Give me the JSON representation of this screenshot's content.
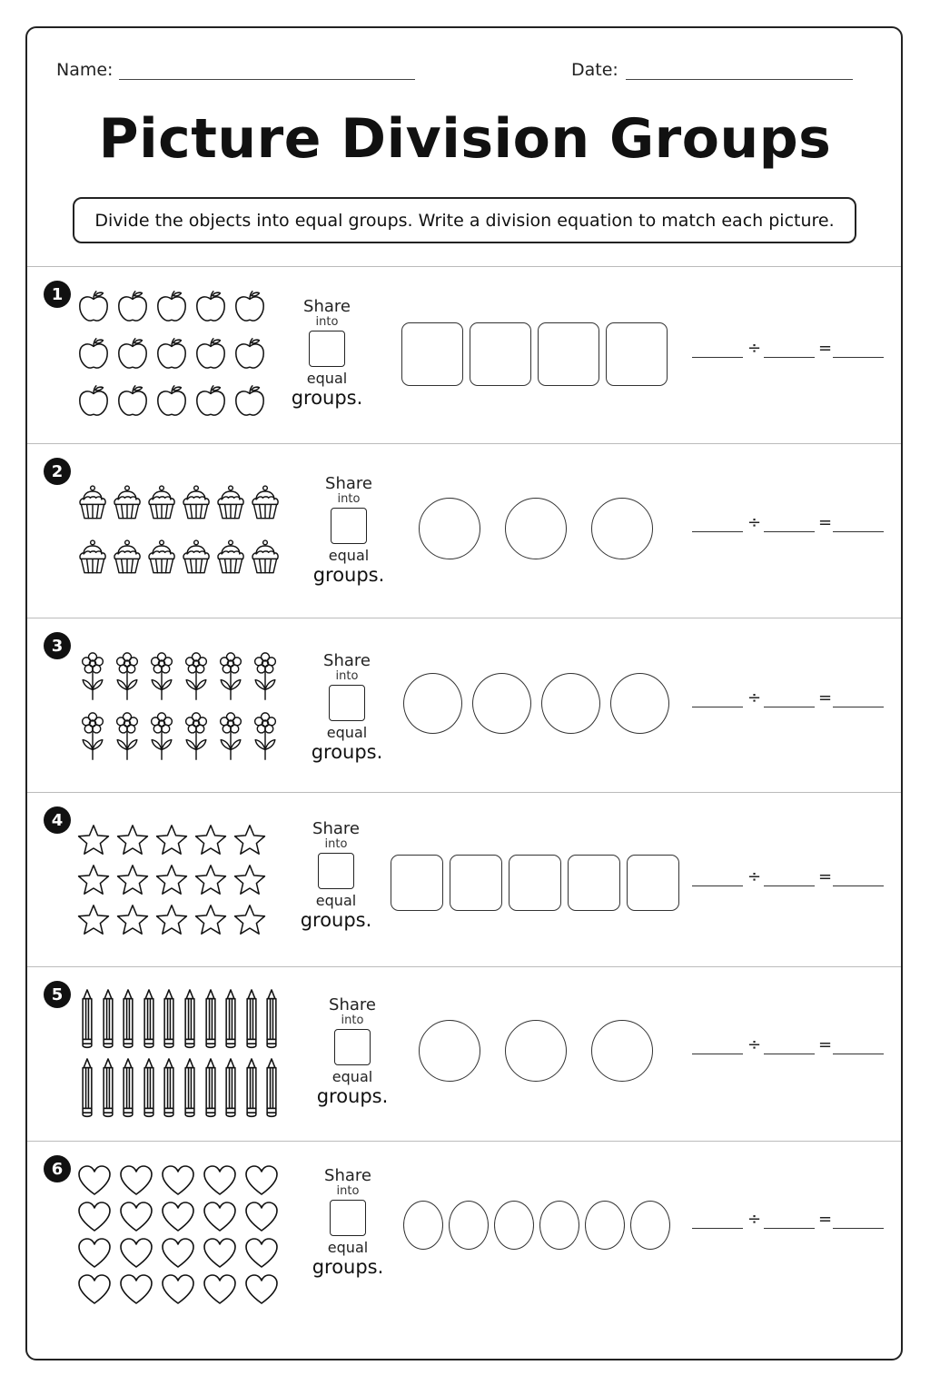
{
  "header": {
    "name_label": "Name:",
    "date_label": "Date:",
    "title": "Picture Division Groups",
    "instructions": "Divide the objects into equal groups. Write a division equation to match each picture."
  },
  "share_words": {
    "share": "Share",
    "into": "into",
    "equal": "equal",
    "groups": "groups."
  },
  "equation_symbols": {
    "divide": "÷",
    "equals": "="
  },
  "problems": [
    {
      "number": "1",
      "icon": "apple-icon",
      "rows": 3,
      "cols": 5,
      "group_count": 4,
      "group_shape": "square"
    },
    {
      "number": "2",
      "icon": "cupcake-icon",
      "rows": 2,
      "cols": 6,
      "group_count": 3,
      "group_shape": "circle"
    },
    {
      "number": "3",
      "icon": "flower-icon",
      "rows": 2,
      "cols": 6,
      "group_count": 4,
      "group_shape": "circle"
    },
    {
      "number": "4",
      "icon": "star-icon",
      "rows": 3,
      "cols": 5,
      "group_count": 5,
      "group_shape": "square"
    },
    {
      "number": "5",
      "icon": "pencil-icon",
      "rows": 2,
      "cols": 10,
      "group_count": 3,
      "group_shape": "circle"
    },
    {
      "number": "6",
      "icon": "heart-icon",
      "rows": 4,
      "cols": 5,
      "group_count": 6,
      "group_shape": "oval"
    }
  ]
}
